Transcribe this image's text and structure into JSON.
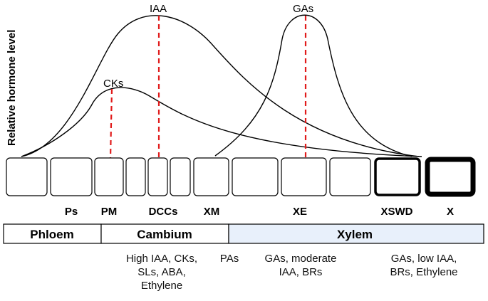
{
  "y_axis_label": "Relative hormone level",
  "curves": {
    "iaa": "IAA",
    "gas": "GAs",
    "cks": "CKs"
  },
  "cell_labels": {
    "ps": "Ps",
    "pm": "PM",
    "dccs": "DCCs",
    "xm": "XM",
    "xe": "XE",
    "xswd": "XSWD",
    "x": "X"
  },
  "tissues": {
    "phloem": "Phloem",
    "cambium": "Cambium",
    "xylem": "Xylem"
  },
  "hormone_notes": {
    "cambium": [
      "High IAA, CKs,",
      "SLs, ABA,",
      "Ethylene"
    ],
    "pas": [
      "PAs"
    ],
    "xe": [
      "GAs, moderate",
      "IAA, BRs"
    ],
    "xswd": [
      "GAs, low IAA,",
      "BRs, Ethylene"
    ]
  },
  "colors": {
    "line": "#000000",
    "marker": "#e11b1b",
    "xylem_band": "#e8f0fb",
    "text": "#111111"
  }
}
